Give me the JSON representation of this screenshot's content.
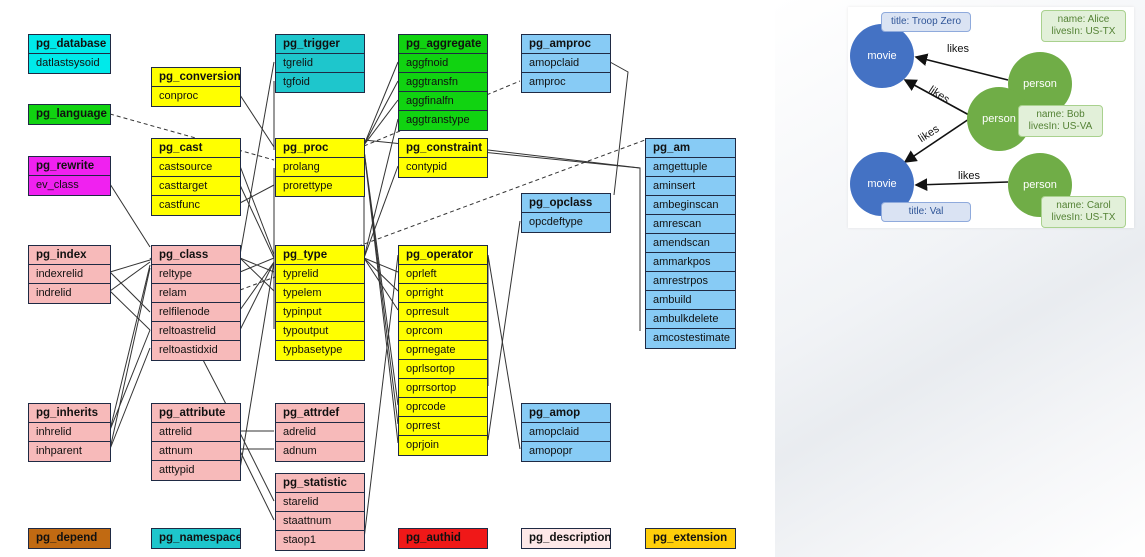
{
  "colors": {
    "cyan": "#00eaea",
    "teal": "#1ec6cc",
    "green": "#11d311",
    "magenta": "#f021f0",
    "pink": "#f7baba",
    "yellow": "#ffff00",
    "lightblue": "#87cbf5",
    "brown": "#c16a12",
    "red": "#f01818",
    "palepink": "#fde8e8",
    "gold": "#ffce0a",
    "line": "#333333",
    "movie_node": "#4472c4",
    "person_node": "#70ad47",
    "movie_prop_bg": "#dae3f3",
    "movie_prop_border": "#8faadc",
    "movie_prop_text": "#2f5597",
    "person_prop_bg": "#e2f0d9",
    "person_prop_border": "#a9d18e",
    "person_prop_text": "#548235"
  },
  "tables": {
    "pg_database": {
      "title": "pg_database",
      "fields": [
        "datlastsysoid"
      ]
    },
    "pg_language": {
      "title": "pg_language",
      "fields": []
    },
    "pg_rewrite": {
      "title": "pg_rewrite",
      "fields": [
        "ev_class"
      ]
    },
    "pg_index": {
      "title": "pg_index",
      "fields": [
        "indexrelid",
        "indrelid"
      ]
    },
    "pg_inherits": {
      "title": "pg_inherits",
      "fields": [
        "inhrelid",
        "inhparent"
      ]
    },
    "pg_depend": {
      "title": "pg_depend",
      "fields": []
    },
    "pg_conversion": {
      "title": "pg_conversion",
      "fields": [
        "conproc"
      ]
    },
    "pg_cast": {
      "title": "pg_cast",
      "fields": [
        "castsource",
        "casttarget",
        "castfunc"
      ]
    },
    "pg_class": {
      "title": "pg_class",
      "fields": [
        "reltype",
        "relam",
        "relfilenode",
        "reltoastrelid",
        "reltoastidxid"
      ]
    },
    "pg_attribute": {
      "title": "pg_attribute",
      "fields": [
        "attrelid",
        "attnum",
        "atttypid"
      ]
    },
    "pg_namespace": {
      "title": "pg_namespace",
      "fields": []
    },
    "pg_trigger": {
      "title": "pg_trigger",
      "fields": [
        "tgrelid",
        "tgfoid"
      ]
    },
    "pg_proc": {
      "title": "pg_proc",
      "fields": [
        "prolang",
        "prorettype"
      ]
    },
    "pg_type": {
      "title": "pg_type",
      "fields": [
        "typrelid",
        "typelem",
        "typinput",
        "typoutput",
        "typbasetype"
      ]
    },
    "pg_attrdef": {
      "title": "pg_attrdef",
      "fields": [
        "adrelid",
        "adnum"
      ]
    },
    "pg_statistic": {
      "title": "pg_statistic",
      "fields": [
        "starelid",
        "staattnum",
        "staop1"
      ]
    },
    "pg_aggregate": {
      "title": "pg_aggregate",
      "fields": [
        "aggfnoid",
        "aggtransfn",
        "aggfinalfn",
        "aggtranstype"
      ]
    },
    "pg_constraint": {
      "title": "pg_constraint",
      "fields": [
        "contypid"
      ]
    },
    "pg_operator": {
      "title": "pg_operator",
      "fields": [
        "oprleft",
        "oprright",
        "oprresult",
        "oprcom",
        "oprnegate",
        "oprlsortop",
        "oprrsortop",
        "oprcode",
        "oprrest",
        "oprjoin"
      ]
    },
    "pg_authid": {
      "title": "pg_authid",
      "fields": []
    },
    "pg_amproc": {
      "title": "pg_amproc",
      "fields": [
        "amopclaid",
        "amproc"
      ]
    },
    "pg_opclass": {
      "title": "pg_opclass",
      "fields": [
        "opcdeftype"
      ]
    },
    "pg_amop": {
      "title": "pg_amop",
      "fields": [
        "amopclaid",
        "amopopr"
      ]
    },
    "pg_description": {
      "title": "pg_description",
      "fields": []
    },
    "pg_am": {
      "title": "pg_am",
      "fields": [
        "amgettuple",
        "aminsert",
        "ambeginscan",
        "amrescan",
        "amendscan",
        "ammarkpos",
        "amrestrpos",
        "ambuild",
        "ambulkdelete",
        "amcostestimate"
      ]
    },
    "pg_extension": {
      "title": "pg_extension",
      "fields": []
    }
  },
  "graph": {
    "nodes": {
      "movie1": {
        "label": "movie"
      },
      "movie2": {
        "label": "movie"
      },
      "alice": {
        "label": "person"
      },
      "bob": {
        "label": "person"
      },
      "carol": {
        "label": "person"
      }
    },
    "edges": [
      {
        "label": "likes"
      },
      {
        "label": "likes"
      },
      {
        "label": "likes"
      },
      {
        "label": "likes"
      }
    ],
    "props": {
      "movie1": "title: Troop Zero",
      "movie2": "title: Val",
      "alice": [
        "name: Alice",
        "livesIn: US-TX"
      ],
      "bob": [
        "name: Bob",
        "livesIn: US-VA"
      ],
      "carol": [
        "name: Carol",
        "livesIn: US-TX"
      ]
    }
  }
}
